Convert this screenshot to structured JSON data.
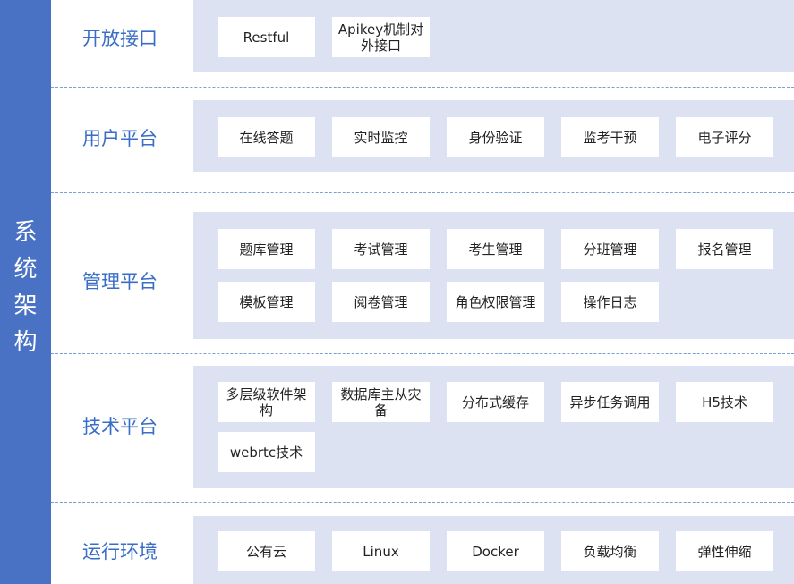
{
  "sidebar": {
    "title_chars": [
      "系",
      "统",
      "架",
      "构"
    ]
  },
  "rows": [
    {
      "label": "开放接口",
      "items": [
        "Restful",
        "Apikey机制对外接口"
      ]
    },
    {
      "label": "用户平台",
      "items": [
        "在线答题",
        "实时监控",
        "身份验证",
        "监考干预",
        "电子评分"
      ]
    },
    {
      "label": "管理平台",
      "items": [
        "题库管理",
        "考试管理",
        "考生管理",
        "分班管理",
        "报名管理",
        "模板管理",
        "阅卷管理",
        "角色权限管理",
        "操作日志"
      ]
    },
    {
      "label": "技术平台",
      "items": [
        "多层级软件架构",
        "数据库主从灾备",
        "分布式缓存",
        "异步任务调用",
        "H5技术",
        "webrtc技术"
      ]
    },
    {
      "label": "运行环境",
      "items": [
        "公有云",
        "Linux",
        "Docker",
        "负载均衡",
        "弹性伸缩"
      ]
    }
  ],
  "colors": {
    "sidebar": "#4a72c4",
    "label": "#3a6ec6",
    "panel": "#dde2f2",
    "divider": "#7aa0d6"
  }
}
